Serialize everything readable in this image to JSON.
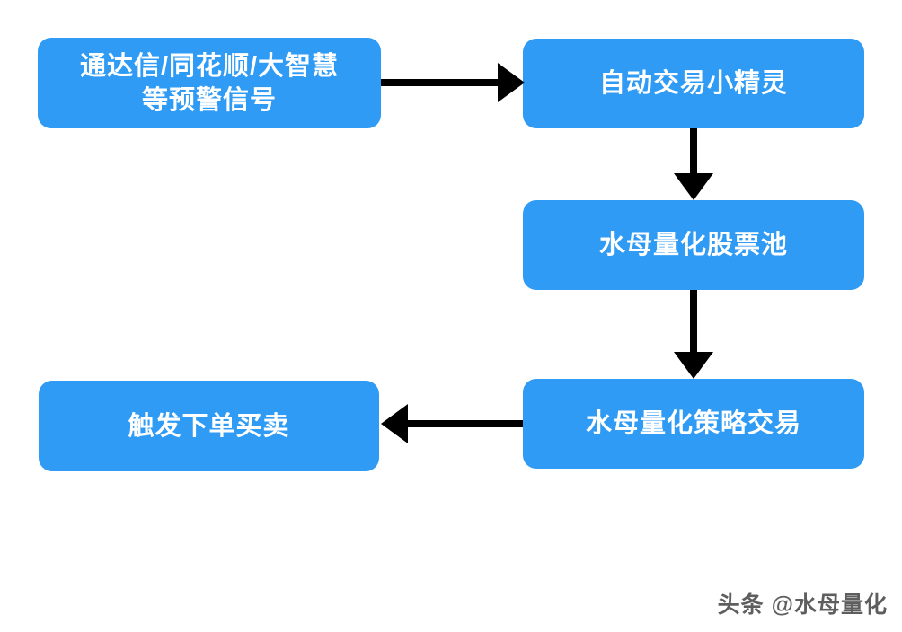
{
  "flowchart": {
    "node_color": "#2F9BF4",
    "node_text_color": "#FFFFFF",
    "arrow_color": "#000000",
    "nodes": [
      {
        "id": "alert-signal-source",
        "label": "通达信/同花顺/大智慧\n等预警信号"
      },
      {
        "id": "auto-trade-elf",
        "label": "自动交易小精灵"
      },
      {
        "id": "stock-pool",
        "label": "水母量化股票池"
      },
      {
        "id": "strategy-trade",
        "label": "水母量化策略交易"
      },
      {
        "id": "trigger-order",
        "label": "触发下单买卖"
      }
    ],
    "edges": [
      {
        "from": "alert-signal-source",
        "to": "auto-trade-elf",
        "direction": "right"
      },
      {
        "from": "auto-trade-elf",
        "to": "stock-pool",
        "direction": "down"
      },
      {
        "from": "stock-pool",
        "to": "strategy-trade",
        "direction": "down"
      },
      {
        "from": "strategy-trade",
        "to": "trigger-order",
        "direction": "left"
      }
    ]
  },
  "watermark": {
    "text": "头条 @水母量化"
  }
}
